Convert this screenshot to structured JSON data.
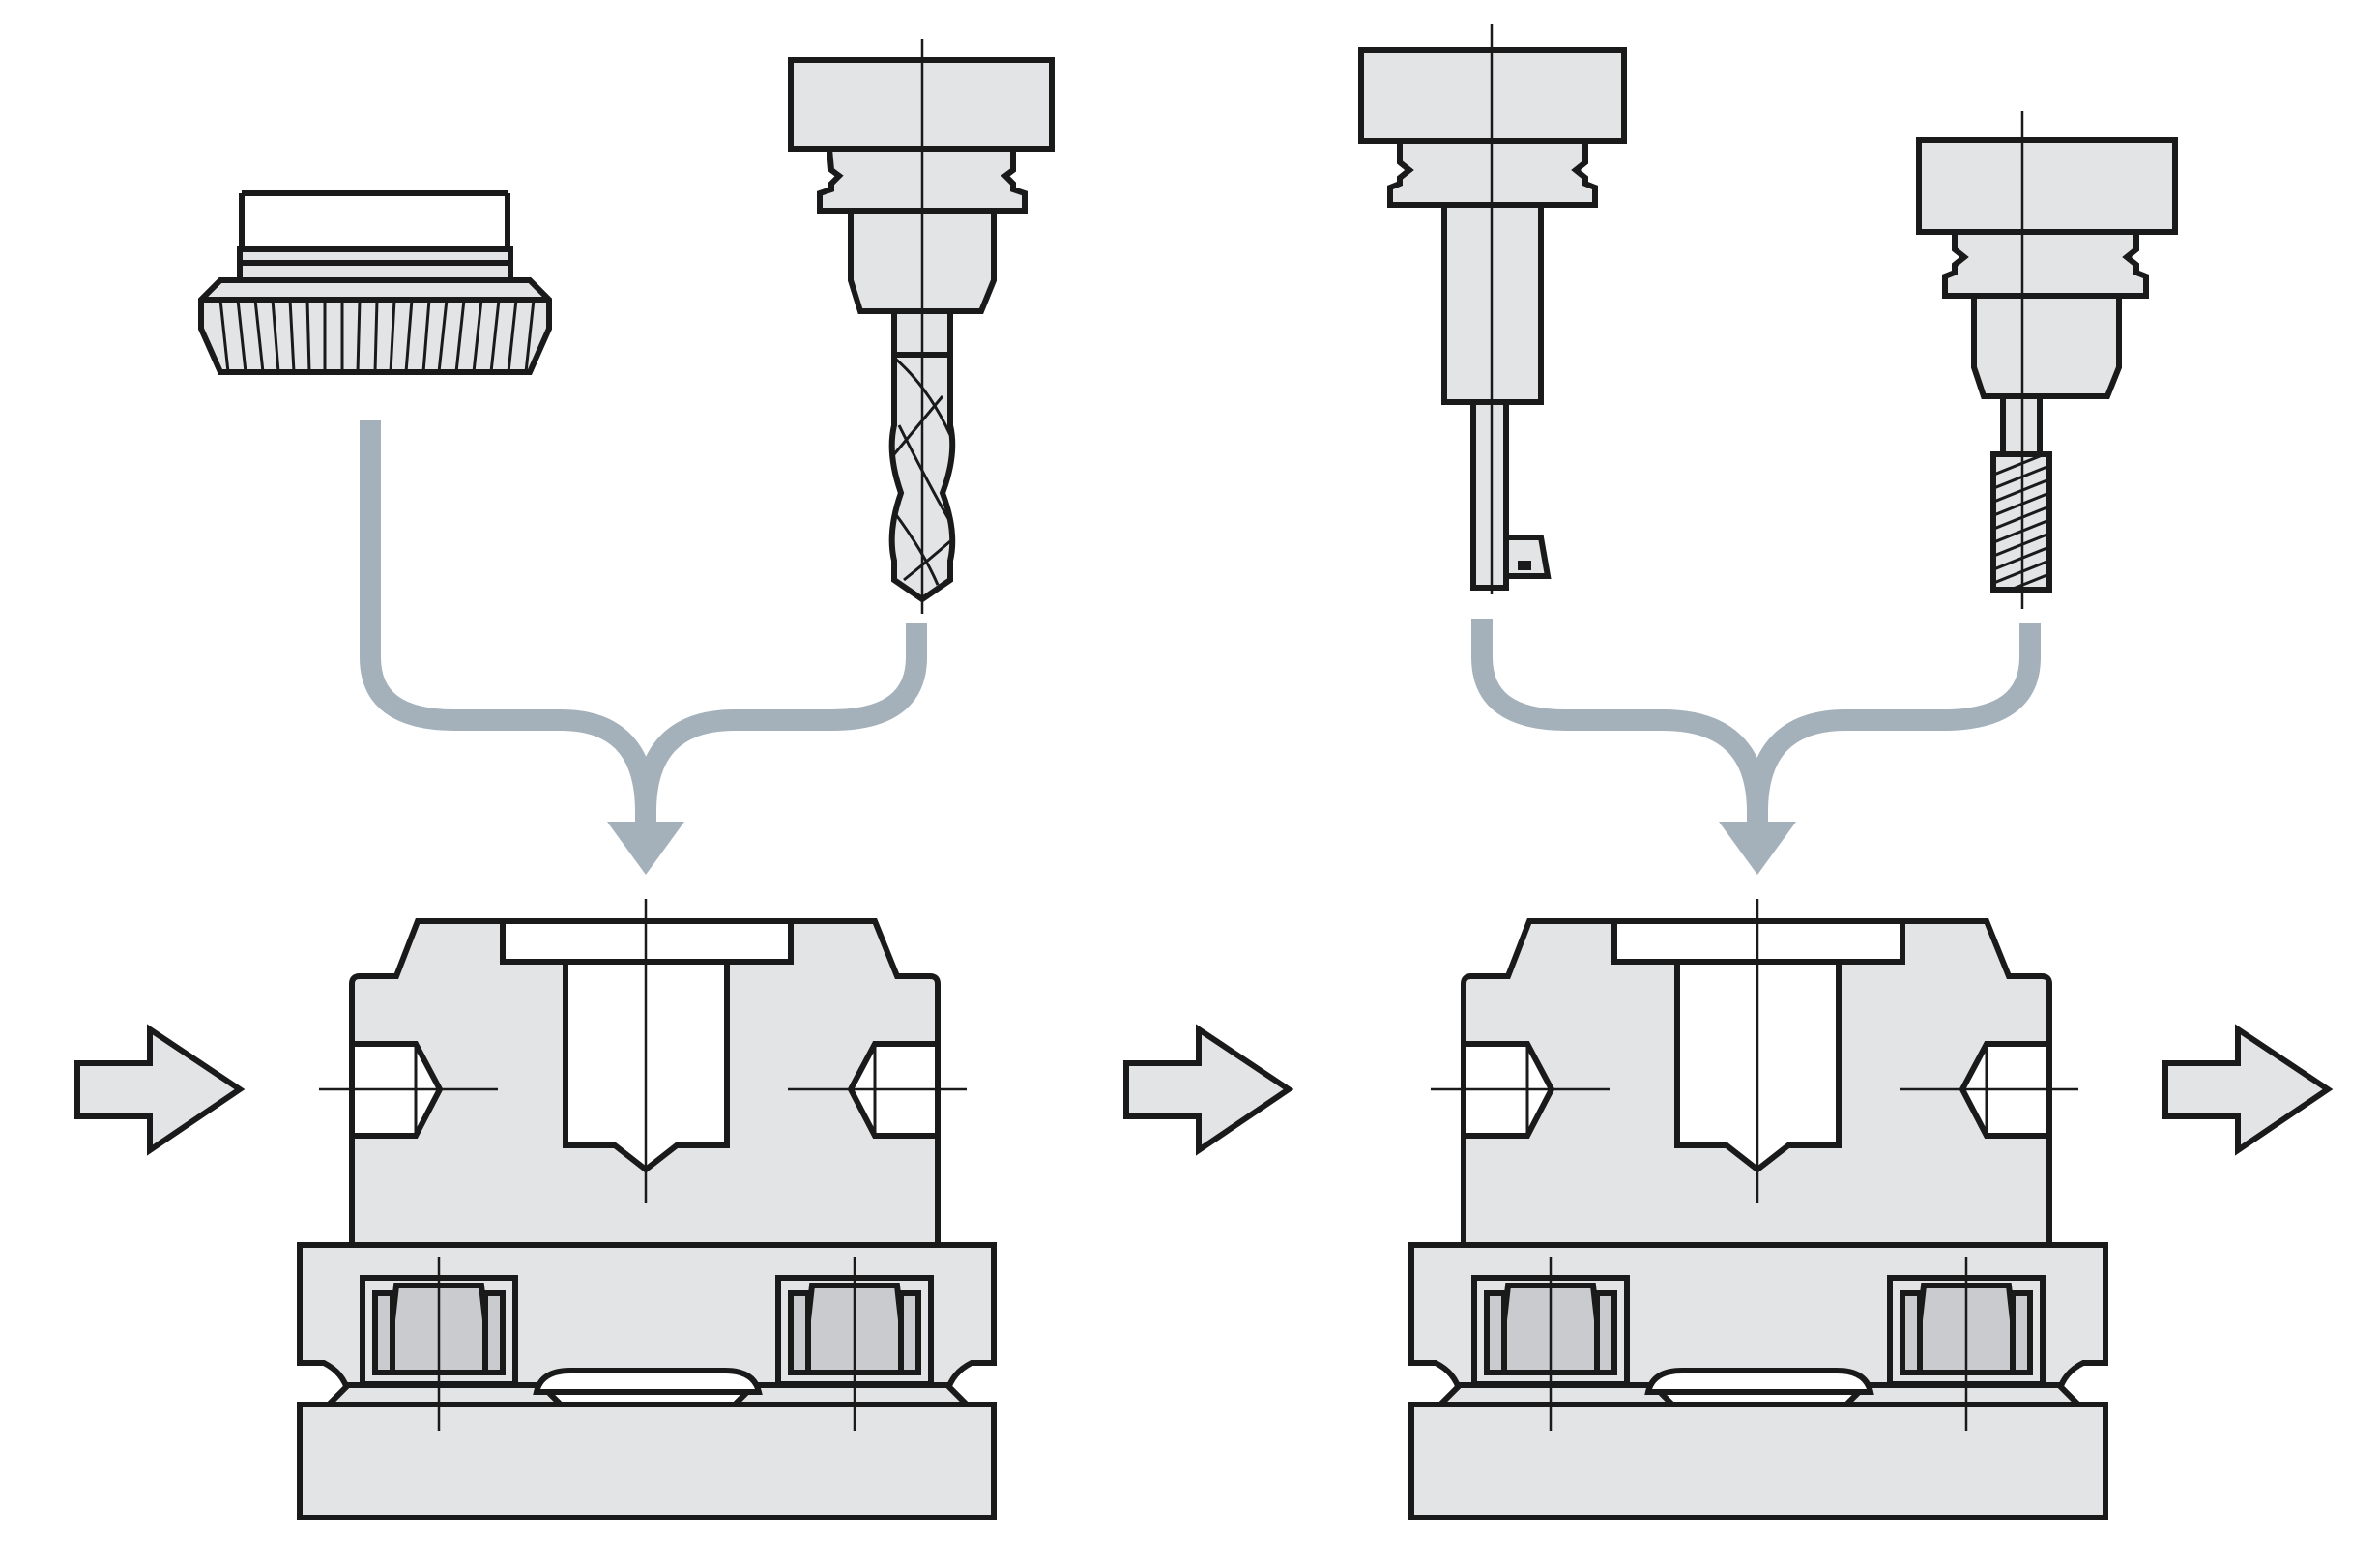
{
  "colors": {
    "outline": "#1a1a1a",
    "part_fill": "#e2e4e6",
    "cone_fill": "#c9cbce",
    "flow_arrow": "#a4b1ba",
    "background": "#ffffff"
  },
  "stages": [
    {
      "id": "stage-1",
      "tools": [
        "knurled-adapter",
        "twist-drill"
      ],
      "fixture": "clamping-block-1"
    },
    {
      "id": "stage-2",
      "tools": [
        "boring-bar",
        "reamer"
      ],
      "fixture": "clamping-block-2"
    }
  ],
  "process_arrows": [
    "input",
    "transfer",
    "output"
  ],
  "icons": {
    "process_arrow": "block-right-arrow",
    "merge_arrow": "merge-flow-arrow"
  }
}
